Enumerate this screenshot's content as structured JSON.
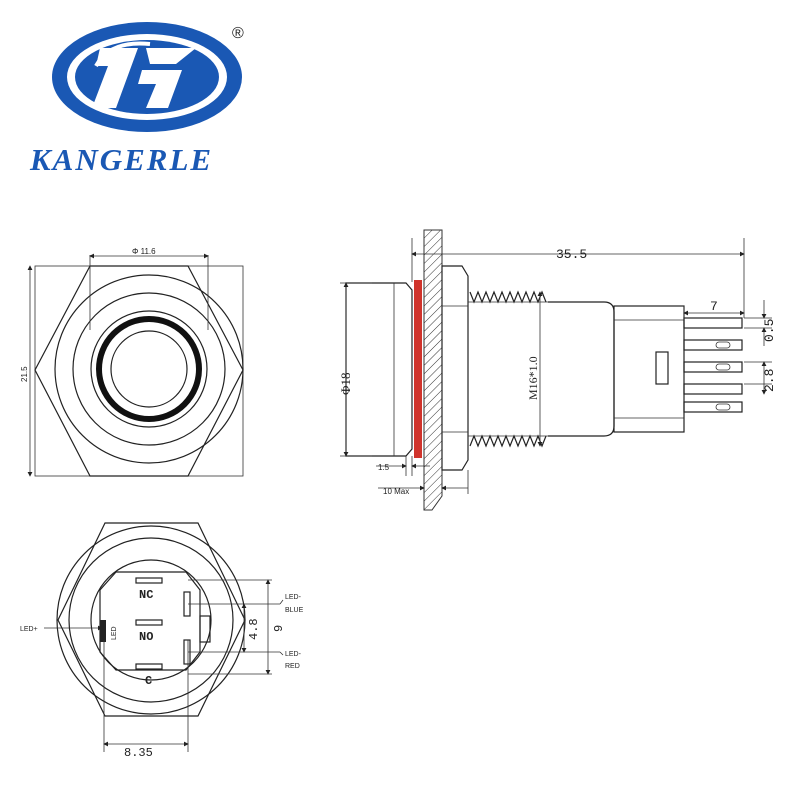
{
  "brand": {
    "name": "KANGERLE",
    "registered_mark": "®",
    "logo_color": "#1a58b4"
  },
  "front_view": {
    "ring_diameter": "Φ 11.6",
    "height": "21.5"
  },
  "side_view": {
    "overall_length": "35.5",
    "diameter": "Φ18",
    "thread": "M16*1.0",
    "terminal_length": "7",
    "terminal_width": "0.5",
    "terminal_pitch": "2.8",
    "flange": "1.5",
    "panel_max": "10 Max",
    "seal_color": "#d0342c"
  },
  "back_view": {
    "nc": "NC",
    "no": "NO",
    "c": "C",
    "led_label": "LED",
    "led_plus": "LED+",
    "led_minus_blue": "LED-",
    "blue": "BLUE",
    "led_minus_red": "LED-",
    "red": "RED",
    "pitch_small": "4.8",
    "pitch_large": "9",
    "width": "8.35"
  }
}
